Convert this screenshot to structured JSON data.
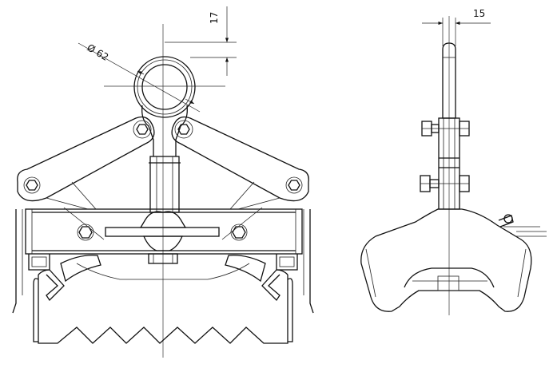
{
  "dimensions": {
    "diameter_label": "Ø 62",
    "height_label": "17",
    "width_label": "15"
  }
}
